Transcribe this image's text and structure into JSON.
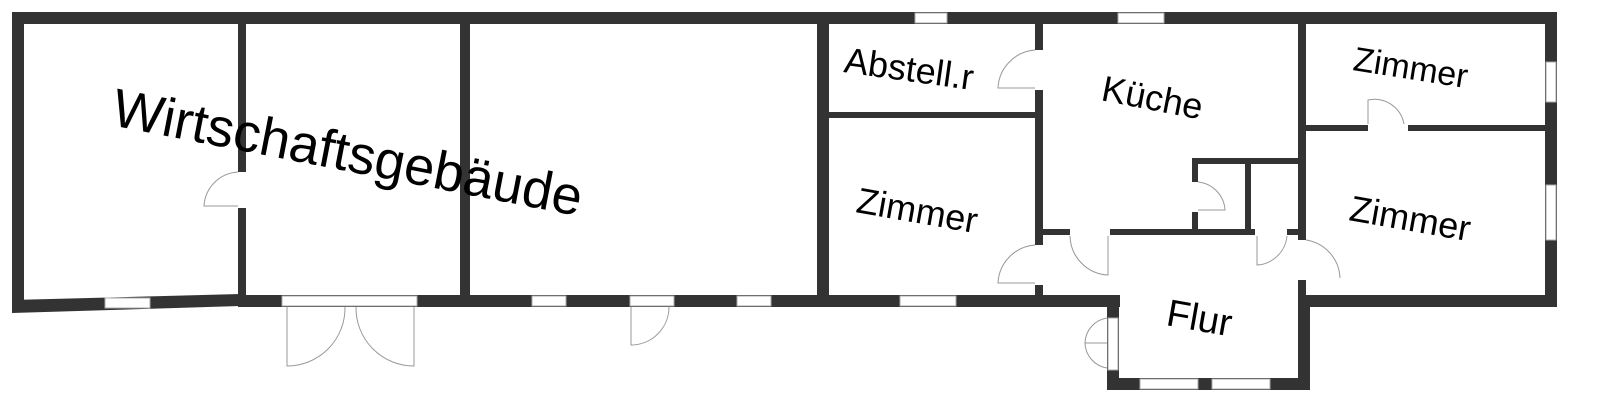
{
  "rooms": {
    "wirtschaft": "Wirtschaftsgebäude",
    "abstell": "Abstell.r",
    "kueche": "Küche",
    "zimmer_top_right": "Zimmer",
    "zimmer_middle": "Zimmer",
    "zimmer_bottom_right": "Zimmer",
    "flur": "Flur"
  },
  "colors": {
    "wall": "#333333",
    "door": "#999999"
  }
}
